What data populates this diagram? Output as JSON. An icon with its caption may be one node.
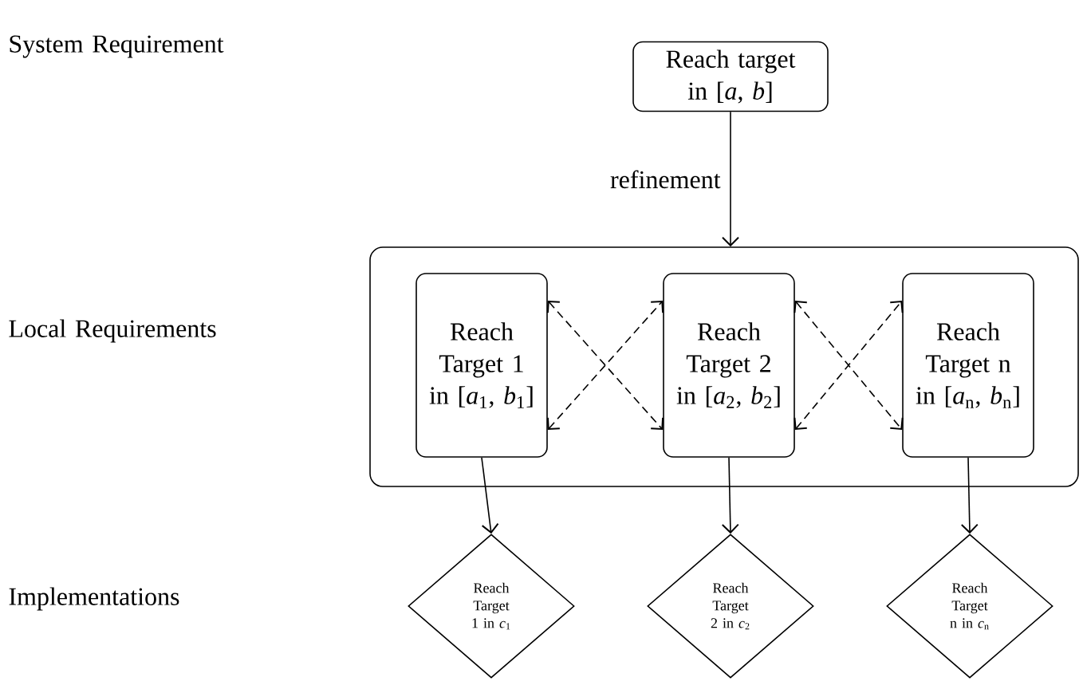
{
  "diagram": {
    "nodes": [
      {
        "text": [
          "Reach target in [*a*, *b*]"
        ]
      },
      {
        "text": [],
        "shape": "box"
      },
      {
        "text": [
          "Reach Target 1 in [*a*$_{1}$, *b*$_{1}$]"
        ],
        "in": 1
      },
      {
        "text": [
          "Reach Target 2 in [*a*$_{2}$, *b*$_{2}$]"
        ],
        "in": 1
      },
      {
        "text": [
          "Reach Target n in [*a*$_{n}$, *b*$_{n}$]"
        ],
        "in": 1
      },
      {
        "text": [
          "Reach Target 1 in *c*$_{1}$"
        ]
      },
      {
        "text": [
          "Reach Target 2 in *c*$_{2}$"
        ]
      },
      {
        "text": [
          "Reach Target n in *c*$_{n}$"
        ]
      }
    ],
    "edges": [
      {
        "from": 0,
        "to": 1,
        "arrow": "to",
        "label": "refinement"
      },
      {
        "from": 2,
        "to": 3,
        "arrow": "both",
        "style": "dashed"
      },
      {
        "from": 2,
        "to": 3,
        "arrow": "both",
        "style": "dashed"
      },
      {
        "from": 3,
        "to": 4,
        "arrow": "both",
        "style": "dashed"
      },
      {
        "from": 3,
        "to": 4,
        "arrow": "both",
        "style": "dashed"
      },
      {
        "from": 2,
        "to": 5,
        "arrow": "to"
      },
      {
        "from": 3,
        "to": 6,
        "arrow": "to"
      },
      {
        "from": 4,
        "to": 7,
        "arrow": "to"
      }
    ],
    "labels": [
      "System Requirement",
      "Local Requirements",
      "Implementations"
    ]
  }
}
